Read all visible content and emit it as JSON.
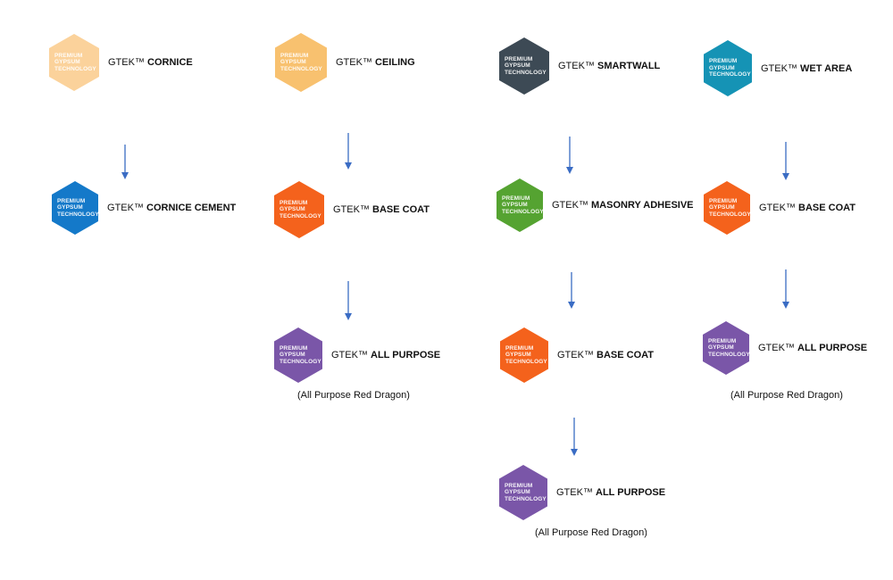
{
  "hex_badge": {
    "line1": "PREMIUM",
    "line2": "GYPSUM",
    "line3": "TECHNOLOGY"
  },
  "colors": {
    "cornice": "#fbd29b",
    "ceiling": "#f8c16f",
    "smartwall": "#3d4a55",
    "wet_area": "#1593b5",
    "cornice_cement": "#1479c9",
    "base_coat": "#f4621c",
    "masonry_adhesive": "#55a331",
    "all_purpose": "#7a56a8",
    "arrow": "#3a6cc4"
  },
  "nodes": {
    "cornice": {
      "brand": "GTEK™",
      "product": "CORNICE"
    },
    "ceiling": {
      "brand": "GTEK™",
      "product": "CEILING"
    },
    "smartwall": {
      "brand": "GTEK™",
      "product": "SMARTWALL"
    },
    "wet_area": {
      "brand": "GTEK™",
      "product": "WET AREA"
    },
    "cornice_cement": {
      "brand": "GTEK™",
      "product": "CORNICE CEMENT"
    },
    "base_coat_1": {
      "brand": "GTEK™",
      "product": "BASE COAT"
    },
    "masonry_adhesive": {
      "brand": "GTEK™",
      "product": "MASONRY ADHESIVE"
    },
    "base_coat_2": {
      "brand": "GTEK™",
      "product": "BASE COAT"
    },
    "all_purpose_1": {
      "brand": "GTEK™",
      "product": "ALL PURPOSE",
      "note": "(All Purpose Red Dragon)"
    },
    "base_coat_3": {
      "brand": "GTEK™",
      "product": "BASE COAT"
    },
    "all_purpose_2": {
      "brand": "GTEK™",
      "product": "ALL PURPOSE",
      "note": "(All Purpose Red Dragon)"
    },
    "all_purpose_3": {
      "brand": "GTEK™",
      "product": "ALL PURPOSE",
      "note": "(All Purpose Red Dragon)"
    }
  }
}
